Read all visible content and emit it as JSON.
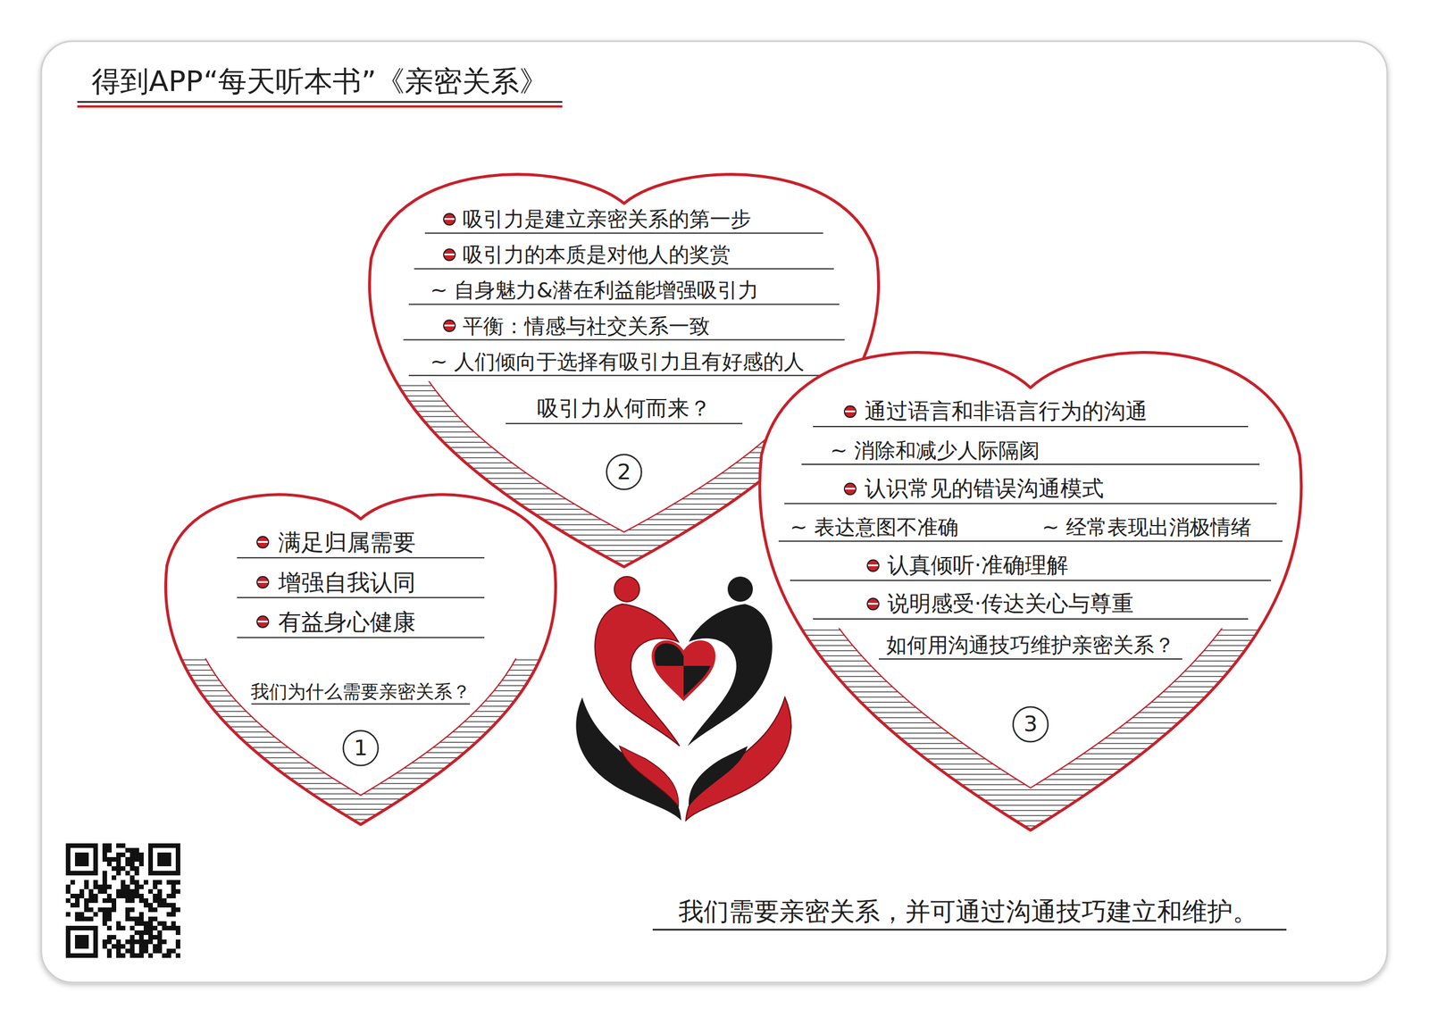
{
  "diagram": {
    "title": "得到APP“每天听本书”《亲密关系》",
    "caption": "我们需要亲密关系，并可通过沟通技巧建立和维护。",
    "nodes": [
      {
        "text": [
          "满足归属需要",
          "增强自我认同",
          "有益身心健康",
          "我们为什么需要亲密关系？",
          "1"
        ]
      },
      {
        "text": [
          "吸引力是建立亲密关系的第一步",
          "吸引力的本质是对他人的奖赏",
          "~ 自身魅力&潜在利益能增强吸引力",
          "平衡：情感与社交关系一致",
          "~ 人们倾向于选择有吸引力且有好感的人",
          "吸引力从何而来？",
          "2"
        ]
      },
      {
        "text": [
          "通过语言和非语言行为的沟通",
          "~ 消除和减少人际隔阂",
          "认识常见的错误沟通模式",
          "~ 表达意图不准确",
          "~ 经常表现出消极情绪",
          "认真倾听·准确理解",
          "说明感受·传达关心与尊重",
          "如何用沟通技巧维护亲密关系？",
          "3"
        ]
      }
    ]
  }
}
